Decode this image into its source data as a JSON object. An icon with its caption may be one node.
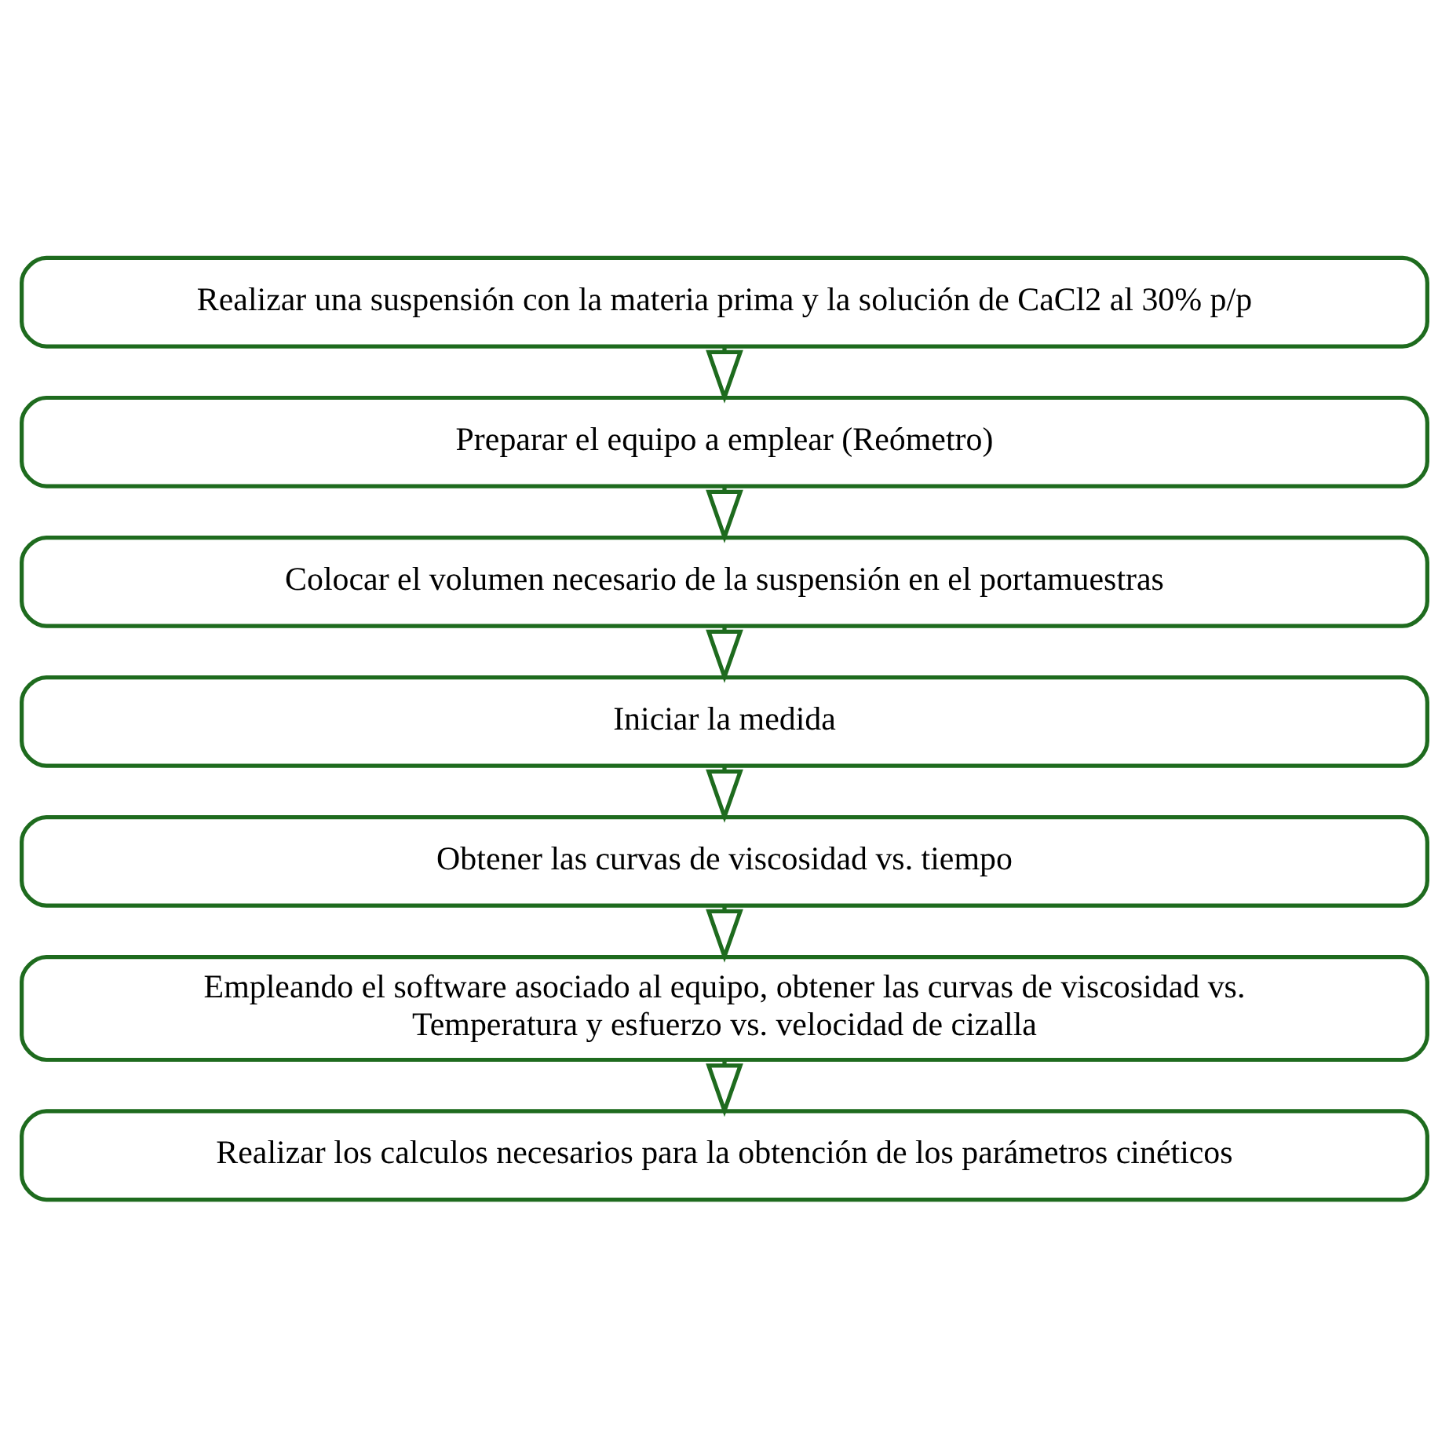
{
  "diagram": {
    "nodes": [
      {
        "text": [
          "Realizar una suspensión con la materia prima y la solución de CaCl2 al 30% p/p"
        ]
      },
      {
        "text": [
          "Preparar el equipo a emplear (Reómetro)"
        ]
      },
      {
        "text": [
          "Colocar el volumen necesario de la suspensión en el portamuestras"
        ]
      },
      {
        "text": [
          "Iniciar la medida"
        ]
      },
      {
        "text": [
          "Obtener las curvas de viscosidad vs. tiempo"
        ]
      },
      {
        "text": [
          "Empleando el software asociado al equipo, obtener las curvas de viscosidad vs. Temperatura y esfuerzo vs. velocidad de cizalla"
        ]
      },
      {
        "text": [
          "Realizar los calculos necesarios para la obtención de los parámetros cinéticos"
        ]
      }
    ],
    "edges": [
      {
        "from": 0,
        "to": 1,
        "arrow": "to"
      },
      {
        "from": 1,
        "to": 2,
        "arrow": "to"
      },
      {
        "from": 2,
        "to": 3,
        "arrow": "to"
      },
      {
        "from": 3,
        "to": 4,
        "arrow": "to"
      },
      {
        "from": 4,
        "to": 5,
        "arrow": "to"
      },
      {
        "from": 5,
        "to": 6,
        "arrow": "to"
      }
    ]
  }
}
